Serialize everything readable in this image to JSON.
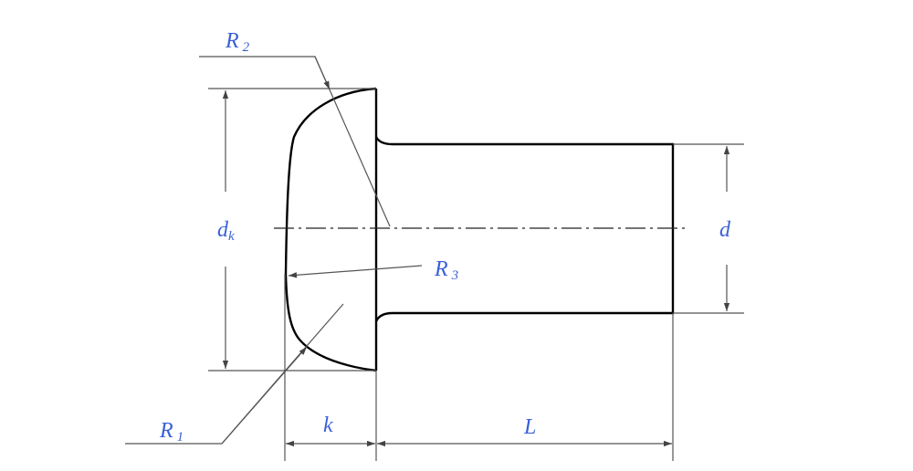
{
  "diagram": {
    "title": "Round head rivet dimensions",
    "labels": {
      "r2": {
        "main": "R",
        "sub": "2"
      },
      "r3": {
        "main": "R",
        "sub": "3"
      },
      "r1": {
        "main": "R",
        "sub": "1"
      },
      "dk": {
        "main": "d",
        "sub": "k"
      },
      "d": "d",
      "k": "k",
      "L": "L"
    },
    "colors": {
      "label": "#3a5fd8",
      "outline": "#000000",
      "dimension": "#555555"
    }
  }
}
